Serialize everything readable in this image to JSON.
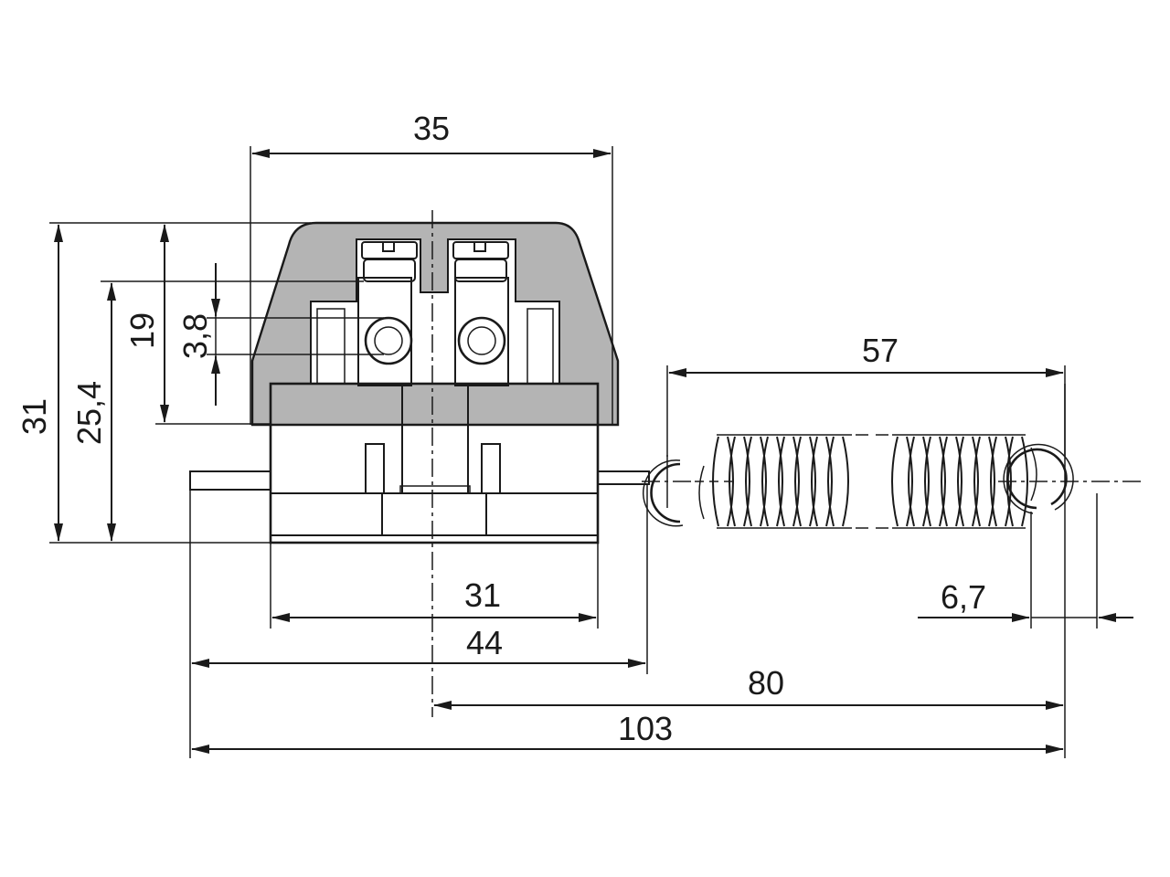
{
  "dimensions": {
    "top_width": "35",
    "height_31": "31",
    "height_25_4": "25,4",
    "height_19": "19",
    "hole_3_8": "3,8",
    "spring_57": "57",
    "base_31": "31",
    "overall_44": "44",
    "spring_6_7": "6,7",
    "reach_80": "80",
    "overall_103": "103"
  },
  "colors": {
    "housing_fill": "#b4b4b4",
    "line": "#1a1a1a",
    "background": "#ffffff"
  }
}
